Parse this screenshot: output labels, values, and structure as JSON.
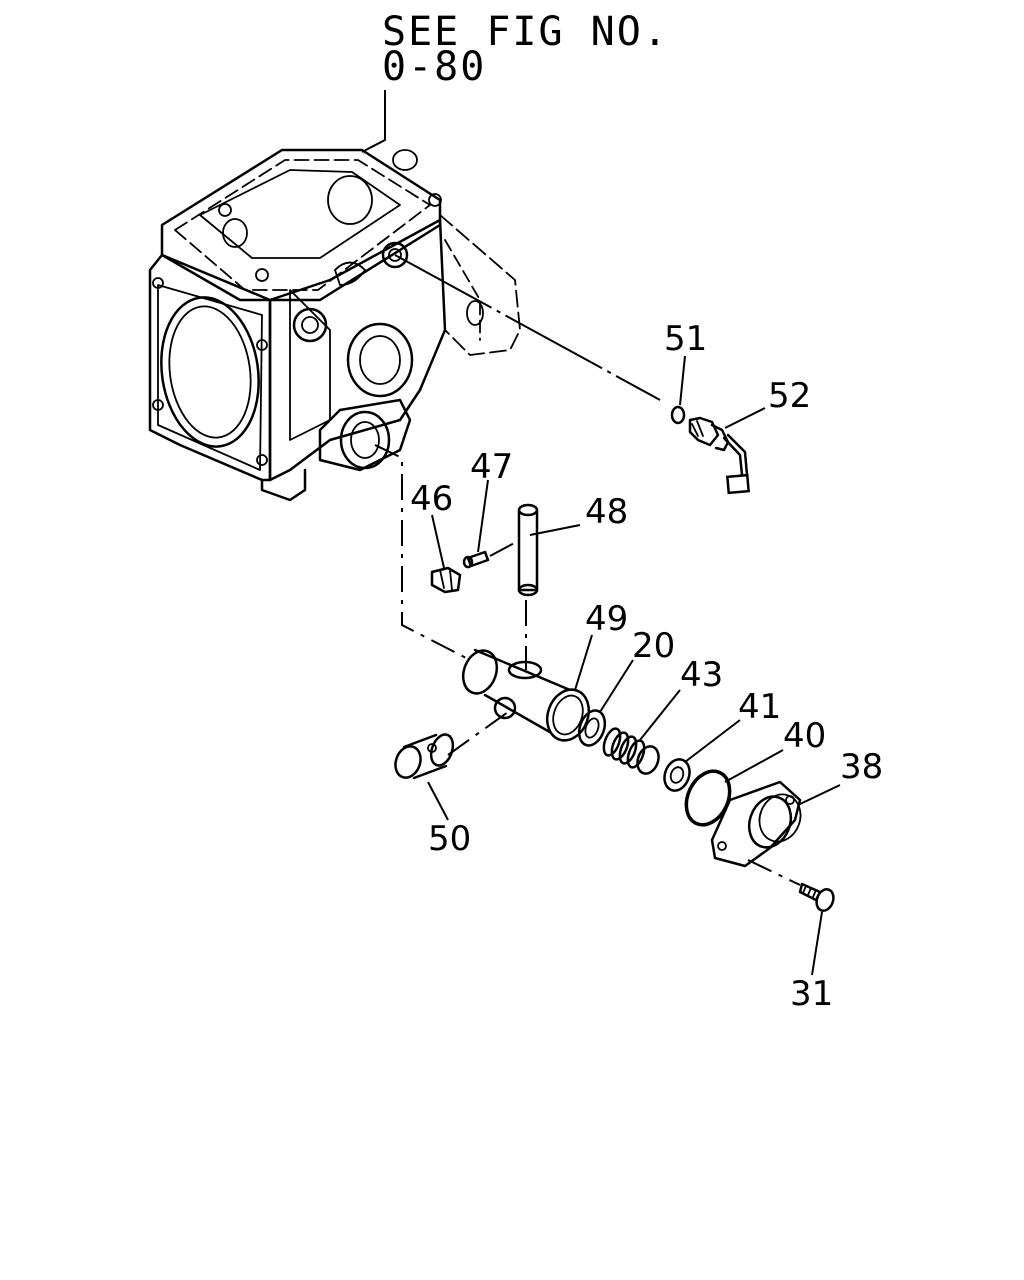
{
  "reference": {
    "line1": "SEE FIG NO.",
    "line2": "0-80"
  },
  "callouts": {
    "c51": "51",
    "c52": "52",
    "c47": "47",
    "c46": "46",
    "c48": "48",
    "c49": "49",
    "c20": "20",
    "c43": "43",
    "c41": "41",
    "c40": "40",
    "c38": "38",
    "c50": "50",
    "c31": "31"
  }
}
